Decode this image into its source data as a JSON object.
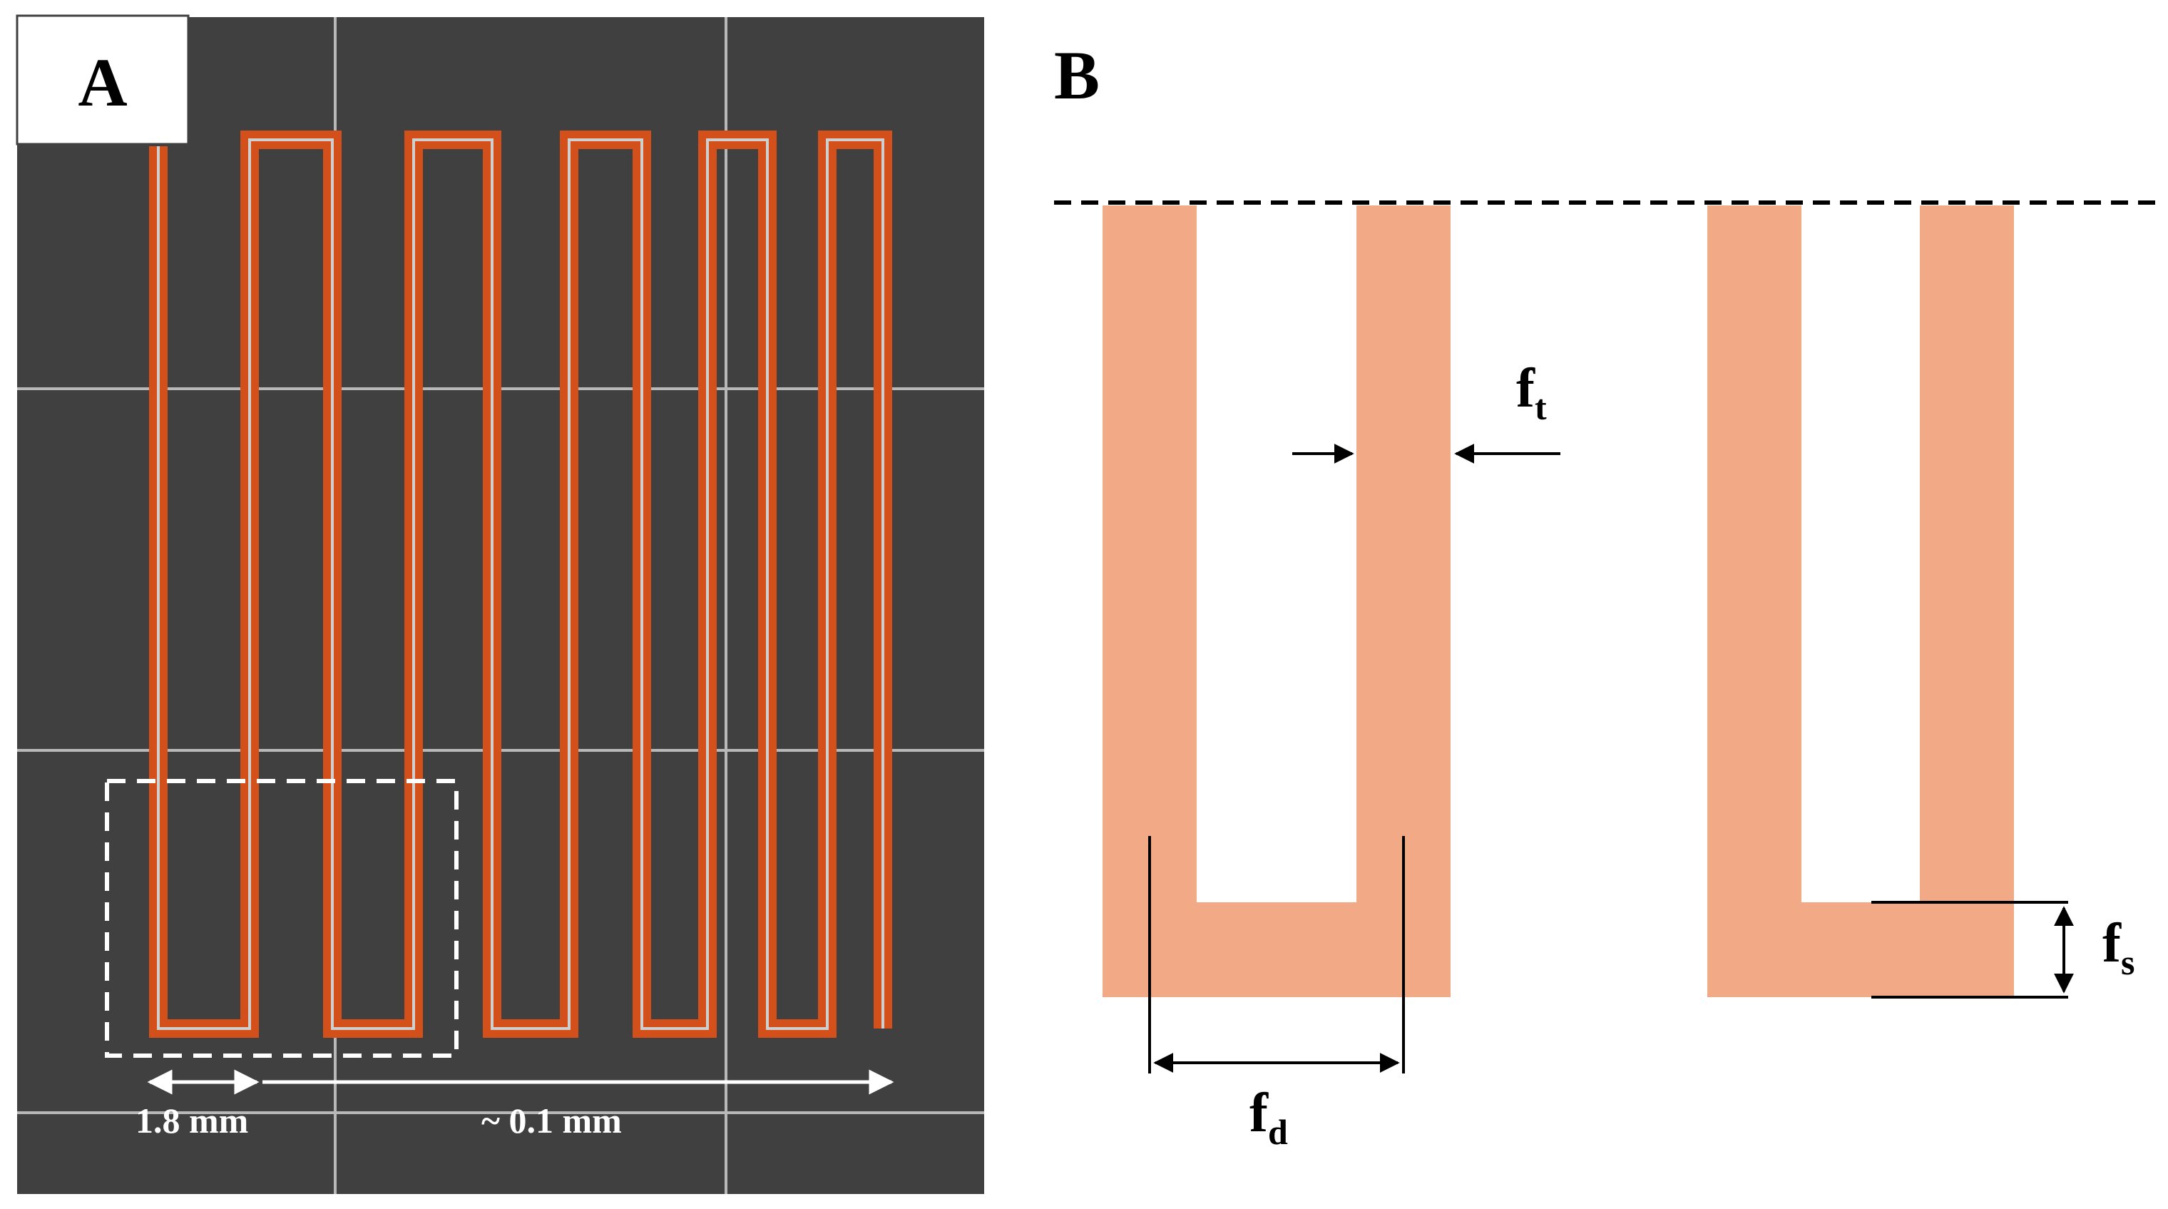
{
  "panels": {
    "a": {
      "label": "A"
    },
    "b": {
      "label": "B"
    }
  },
  "panel_a": {
    "dimension_left": "1.8 mm",
    "dimension_right": "~ 0.1 mm"
  },
  "panel_b": {
    "ft": {
      "main": "f",
      "sub": "t"
    },
    "fd": {
      "main": "f",
      "sub": "d"
    },
    "fs": {
      "main": "f",
      "sub": "s"
    }
  },
  "colors": {
    "panel_a_background": "#404040",
    "grid_lines": "#b8b8b8",
    "trace_orange": "#d4501a",
    "trace_core": "#cfcfcf",
    "finger_salmon": "#f2a986",
    "line_black": "#000000",
    "label_box": "#ffffff"
  }
}
